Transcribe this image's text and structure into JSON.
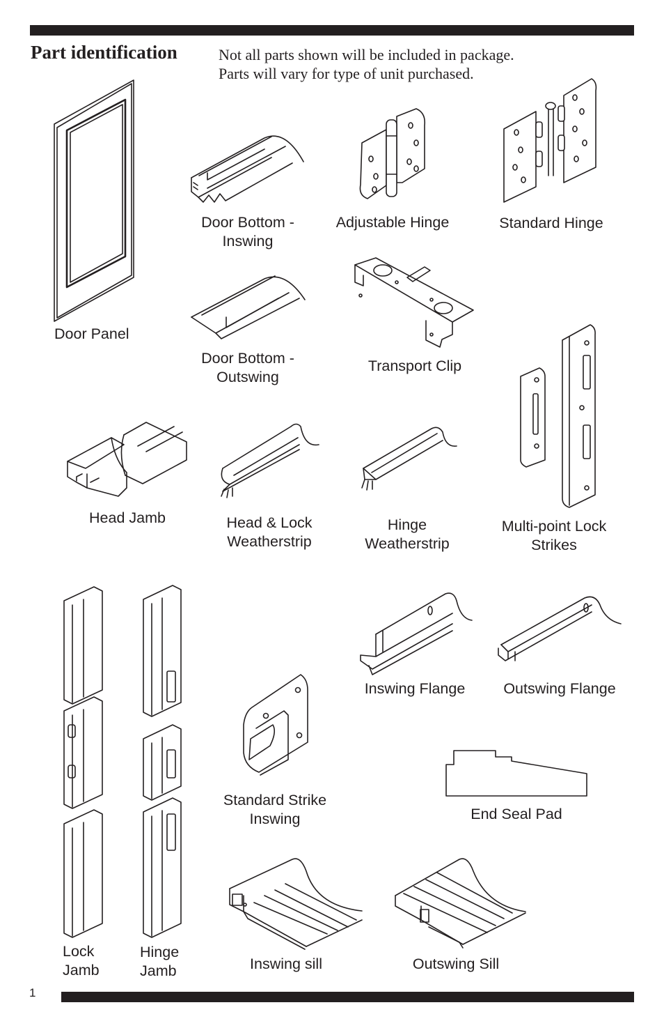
{
  "header": {
    "title": "Part identification",
    "note_line1": "Not all parts shown will be included in package.",
    "note_line2": "Parts will vary for type of unit purchased."
  },
  "parts": {
    "door_panel": "Door Panel",
    "door_bottom_inswing": [
      "Door Bottom -",
      "Inswing"
    ],
    "adjustable_hinge": "Adjustable Hinge",
    "standard_hinge": "Standard Hinge",
    "door_bottom_outswing": [
      "Door Bottom -",
      "Outswing"
    ],
    "transport_clip": "Transport Clip",
    "head_jamb": "Head Jamb",
    "head_lock_weatherstrip": [
      "Head & Lock",
      "Weatherstrip"
    ],
    "hinge_weatherstrip": [
      "Hinge",
      "Weatherstrip"
    ],
    "multipoint_lock_strikes": [
      "Multi-point Lock",
      "Strikes"
    ],
    "inswing_flange": "Inswing Flange",
    "outswing_flange": "Outswing Flange",
    "standard_strike_inswing": [
      "Standard Strike",
      "Inswing"
    ],
    "end_seal_pad": "End Seal Pad",
    "lock_jamb": [
      "Lock",
      "Jamb"
    ],
    "hinge_jamb": [
      "Hinge",
      "Jamb"
    ],
    "inswing_sill": "Inswing sill",
    "outswing_sill": "Outswing Sill"
  },
  "footer": {
    "page_number": "1"
  }
}
